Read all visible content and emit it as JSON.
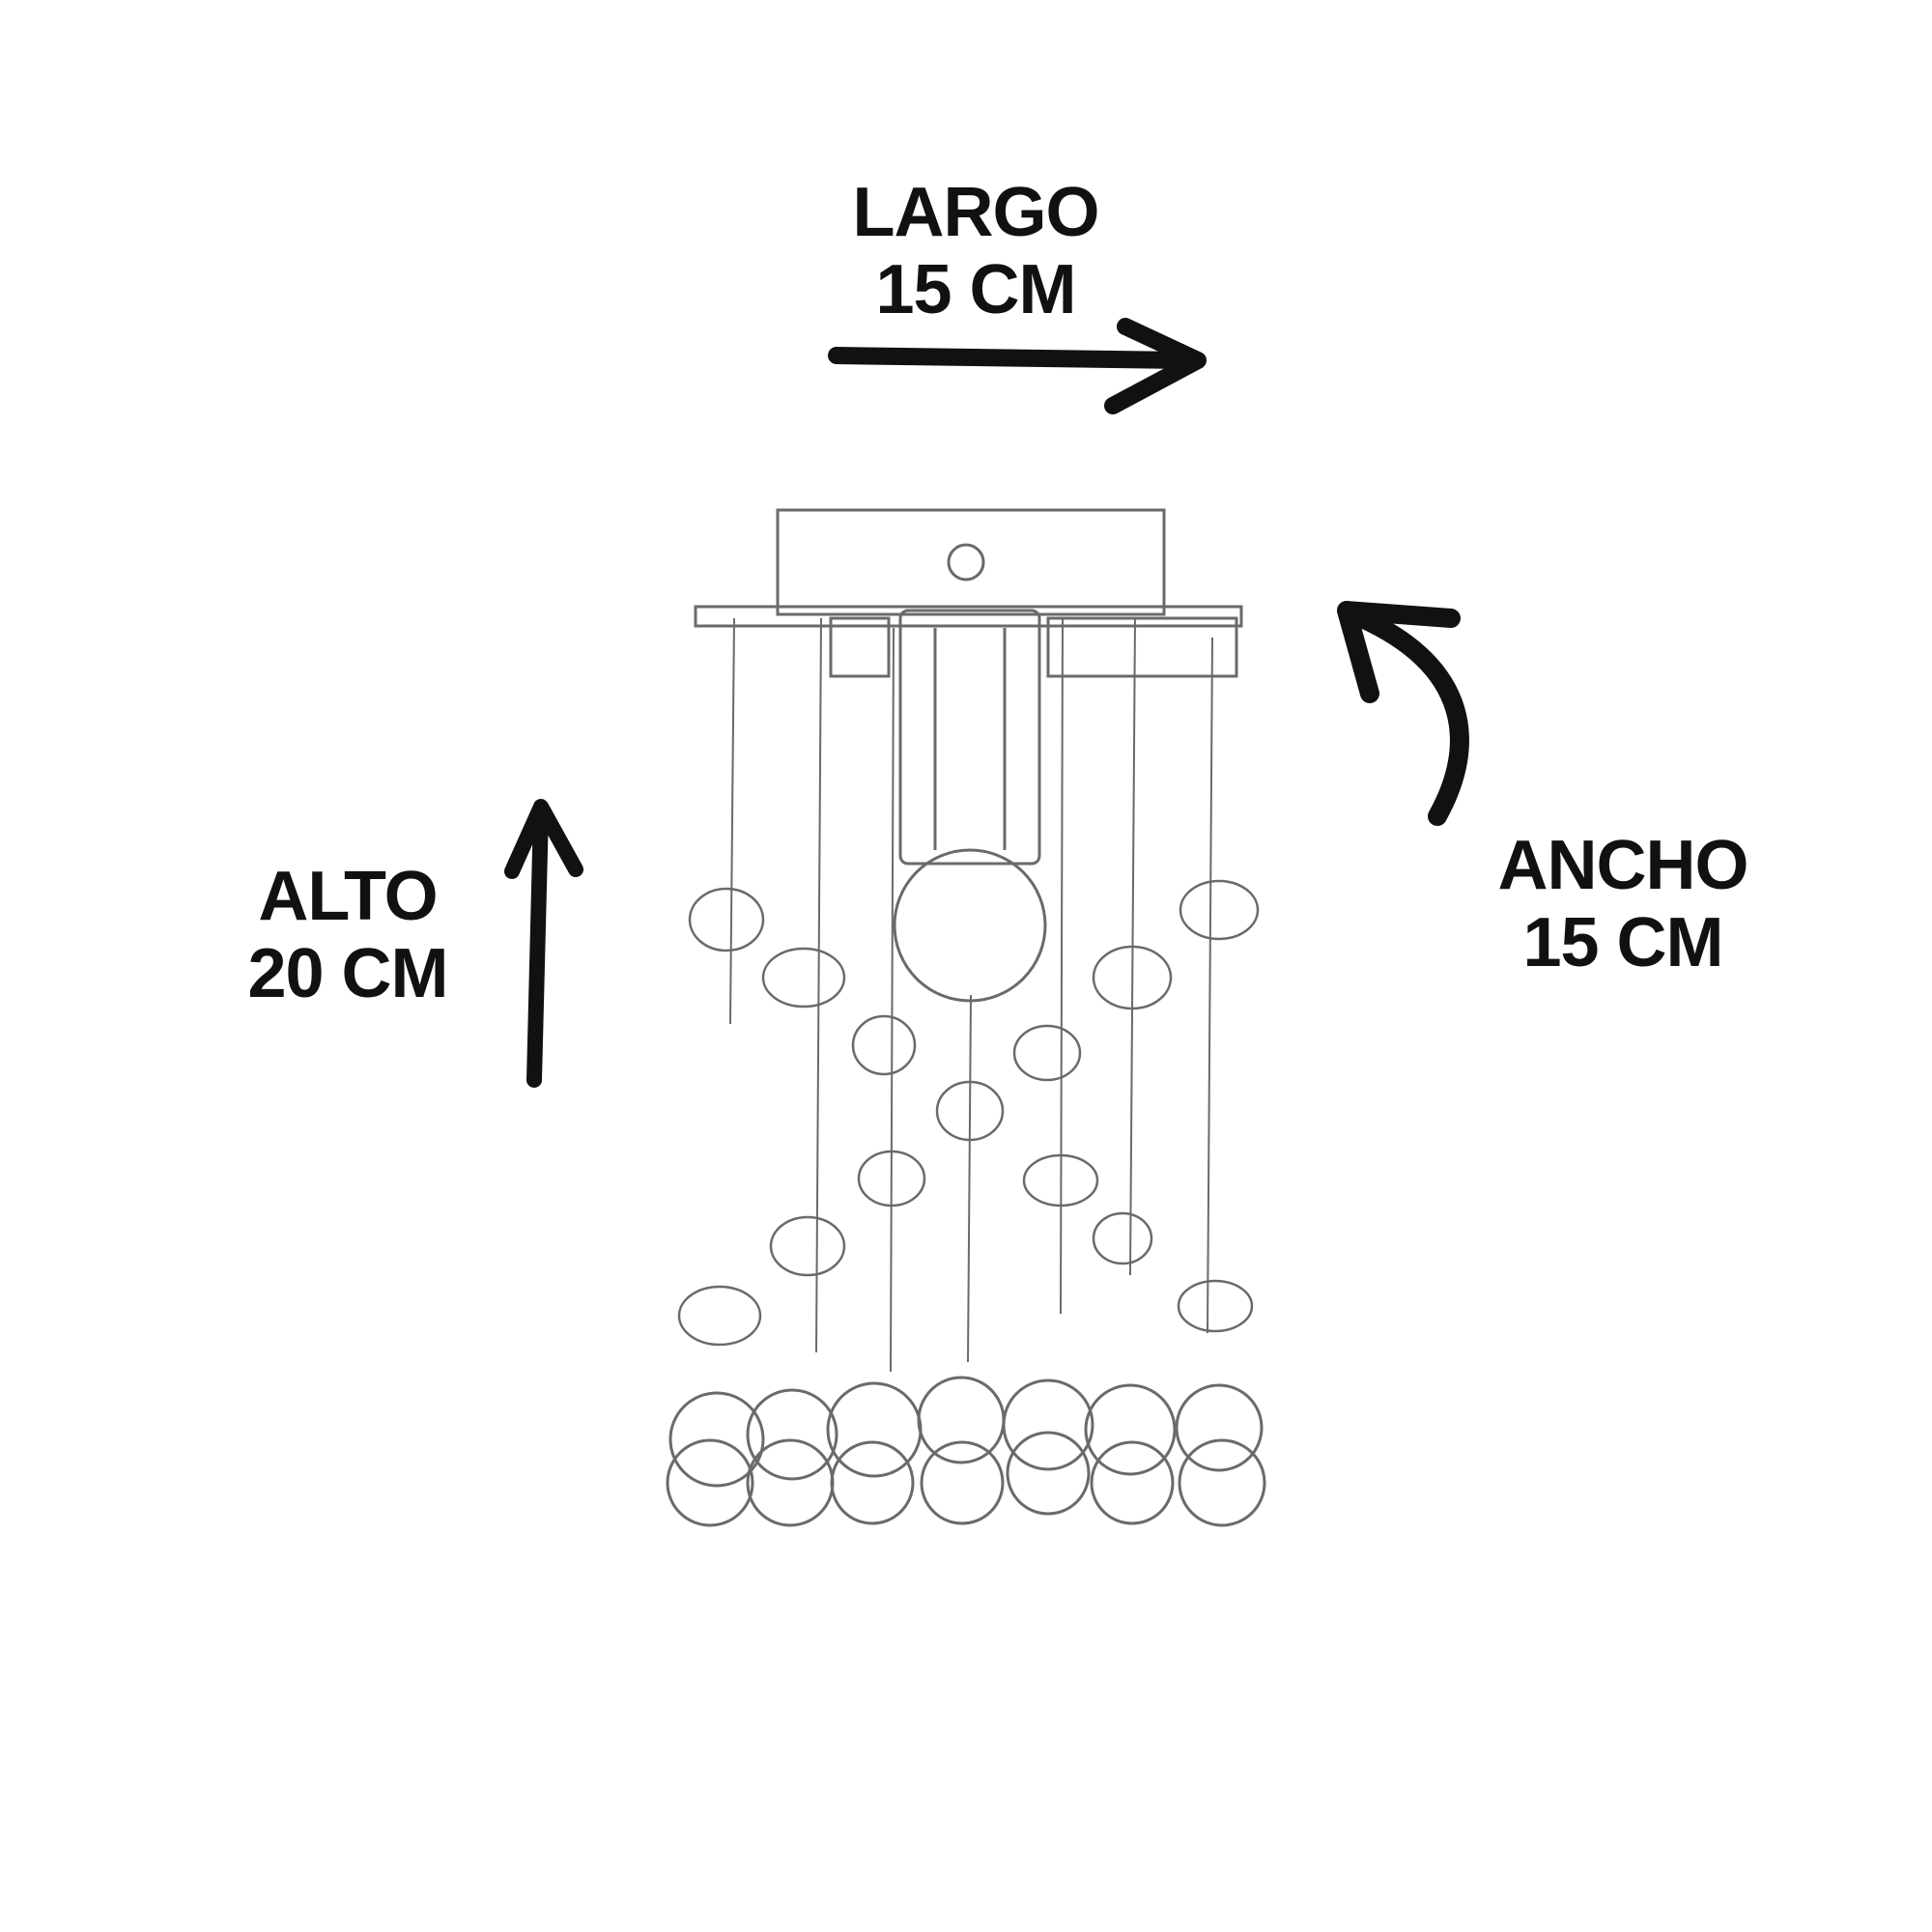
{
  "dimensions": {
    "largo": {
      "label": "LARGO",
      "value": "15 CM"
    },
    "alto": {
      "label": "ALTO",
      "value": "20 CM"
    },
    "ancho": {
      "label": "ANCHO",
      "value": "15 CM"
    }
  },
  "icons": {
    "largo_arrow": "arrow-right-icon",
    "alto_arrow": "arrow-up-icon",
    "ancho_arrow": "curved-arrow-icon"
  },
  "colors": {
    "ink": "#111111",
    "sketch": "#6a6a6a",
    "background": "#ffffff"
  }
}
